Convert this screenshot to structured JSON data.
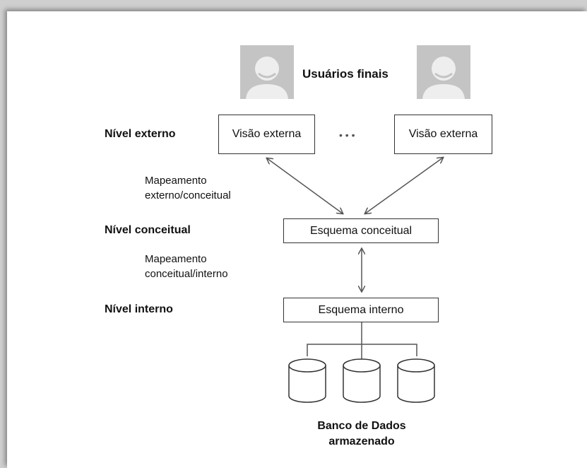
{
  "users_label": "Usuários finais",
  "levels": {
    "external": "Nível externo",
    "conceptual": "Nível conceitual",
    "internal": "Nível interno"
  },
  "mappings": {
    "external_conceptual": [
      "Mapeamento",
      "externo/conceitual"
    ],
    "conceptual_internal": [
      "Mapeamento",
      "conceitual/interno"
    ]
  },
  "boxes": {
    "external_view_left": "Visão externa",
    "external_view_right": "Visão externa",
    "ellipsis": "• • •",
    "conceptual_schema": "Esquema conceitual",
    "internal_schema": "Esquema interno"
  },
  "database_label": [
    "Banco de Dados",
    "armazenado"
  ],
  "colors": {
    "avatar_bg": "#c4c4c4",
    "avatar_fg": "#eeeeee",
    "line": "#555555"
  }
}
